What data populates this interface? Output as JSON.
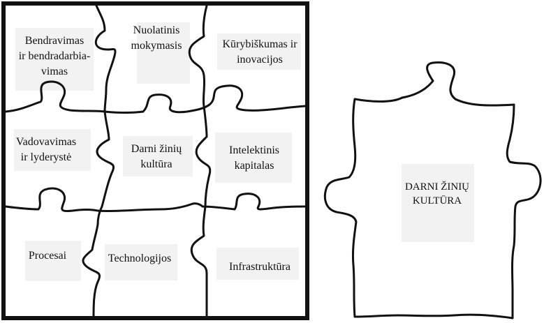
{
  "puzzle": {
    "pieces": {
      "top_left": [
        "Bendravimas",
        "ir bendradarbia-",
        "vimas"
      ],
      "top_center": [
        "Nuolatinis",
        "mokymasis"
      ],
      "top_right": [
        "Kūrybiškumas ir",
        "inovacijos"
      ],
      "middle_left": [
        "Vadovavimas",
        "ir lyderystė"
      ],
      "middle_center": [
        "Darni žinių",
        "kultūra"
      ],
      "middle_right": [
        "Intelektinis",
        "kapitalas"
      ],
      "bottom_left": [
        "Procesai"
      ],
      "bottom_center": [
        "Technologijos"
      ],
      "bottom_right": [
        "Infrastruktūra"
      ]
    }
  },
  "single_piece": {
    "label": [
      "DARNI ŽINIŲ",
      "KULTŪRA"
    ]
  },
  "colors": {
    "line": "#111111",
    "label_background": "#f2f2f2"
  }
}
